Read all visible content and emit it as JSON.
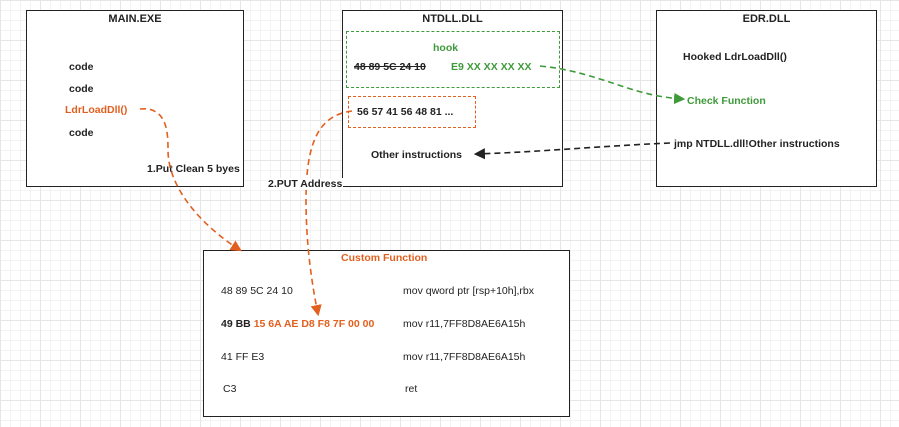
{
  "main_exe": {
    "title": "MAIN.EXE",
    "lines": [
      "code",
      "code",
      "LdrLoadDll()",
      "code"
    ],
    "put_clean": "1.Put Clean 5 byes"
  },
  "ntdll": {
    "title": "NTDLL.DLL",
    "hook_label": "hook",
    "original_bytes": "48 89 5C 24 10",
    "jump_bytes": "E9 XX XX XX XX",
    "trampoline_bytes": "56 57 41 56 48 81  ...",
    "other_instructions": "Other instructions",
    "put_address": "2.PUT Address"
  },
  "edr": {
    "title": "EDR.DLL",
    "hooked": "Hooked LdrLoadDll()",
    "check_function": "Check Function",
    "jmp": "jmp NTDLL.dll!Other instructions"
  },
  "custom_function": {
    "title": "Custom Function",
    "rows": [
      {
        "bytes": "48 89 5C 24 10",
        "bytes_prefix": "",
        "asm": "mov  qword ptr [rsp+10h],rbx"
      },
      {
        "bytes": "15 6A AE D8 F8 7F 00 00",
        "bytes_prefix": "49 BB ",
        "asm": "mov  r11,7FF8D8AE6A15h"
      },
      {
        "bytes": "41 FF E3",
        "bytes_prefix": "",
        "asm": "mov  r11,7FF8D8AE6A15h"
      },
      {
        "bytes": "C3",
        "bytes_prefix": "",
        "asm": "ret"
      }
    ]
  },
  "colors": {
    "orange": "#e2601f",
    "green": "#3f9a3a",
    "dark": "#222222"
  }
}
